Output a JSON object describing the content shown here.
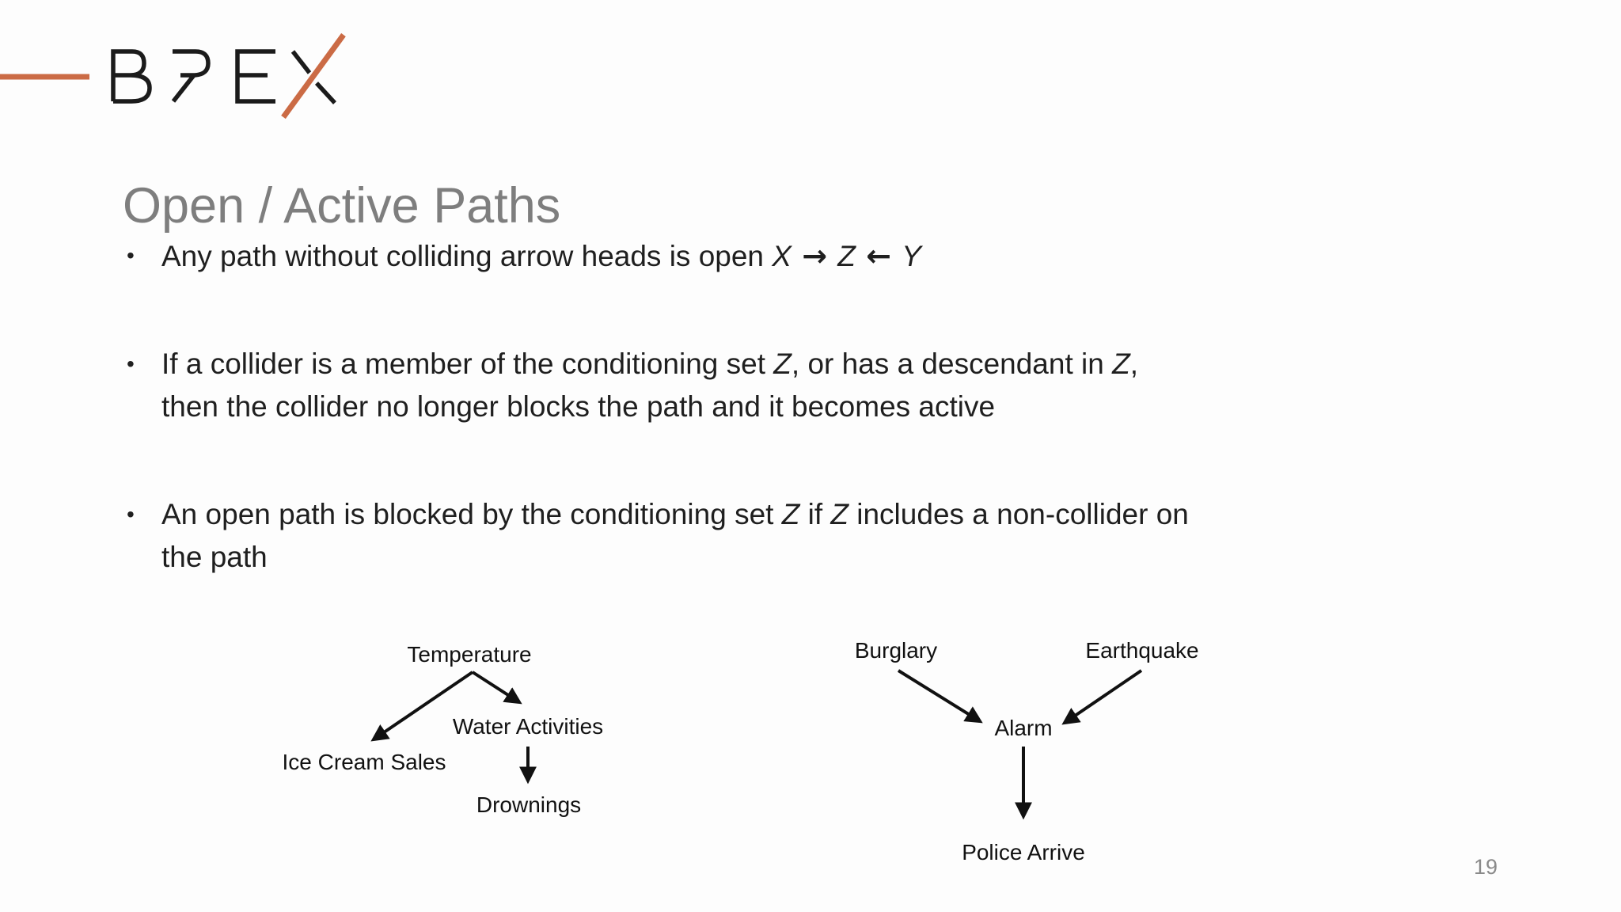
{
  "slide": {
    "background": "#fdfdfd",
    "page_number": "19"
  },
  "logo": {
    "text": "BREX",
    "accent_color": "#cb6b45",
    "letter_color": "#1b1b1b"
  },
  "title": "Open / Active Paths",
  "bullets": {
    "marker": "•",
    "items": [
      [
        {
          "t": "Any path without colliding arrow heads is open "
        },
        {
          "t": "X",
          "i": true
        },
        {
          "t": " → ",
          "a": true
        },
        {
          "t": "Z",
          "i": true
        },
        {
          "t": " ← ",
          "a": true
        },
        {
          "t": "Y",
          "i": true
        }
      ],
      [
        {
          "t": "If a collider is a member of the conditioning set "
        },
        {
          "t": "Z",
          "i": true
        },
        {
          "t": ", or has a descendant in "
        },
        {
          "t": "Z",
          "i": true
        },
        {
          "t": ","
        },
        {
          "br": true
        },
        {
          "t": "then the collider no longer blocks the path and it becomes active"
        }
      ],
      [
        {
          "t": "An open path is blocked by the conditioning set "
        },
        {
          "t": "Z",
          "i": true
        },
        {
          "t": " if "
        },
        {
          "t": "Z",
          "i": true
        },
        {
          "t": " includes a non-collider on"
        },
        {
          "br": true
        },
        {
          "t": "the path"
        }
      ]
    ]
  },
  "diagrams": {
    "left": {
      "nodes": {
        "temperature": "Temperature",
        "water_activities": "Water Activities",
        "ice_cream_sales": "Ice Cream Sales",
        "drownings": "Drownings"
      },
      "edges": [
        {
          "from": "Temperature",
          "to": "Ice Cream Sales"
        },
        {
          "from": "Temperature",
          "to": "Water Activities"
        },
        {
          "from": "Water Activities",
          "to": "Drownings"
        }
      ]
    },
    "right": {
      "nodes": {
        "burglary": "Burglary",
        "earthquake": "Earthquake",
        "alarm": "Alarm",
        "police_arrive": "Police Arrive"
      },
      "edges": [
        {
          "from": "Burglary",
          "to": "Alarm"
        },
        {
          "from": "Earthquake",
          "to": "Alarm"
        },
        {
          "from": "Alarm",
          "to": "Police Arrive"
        }
      ]
    }
  }
}
